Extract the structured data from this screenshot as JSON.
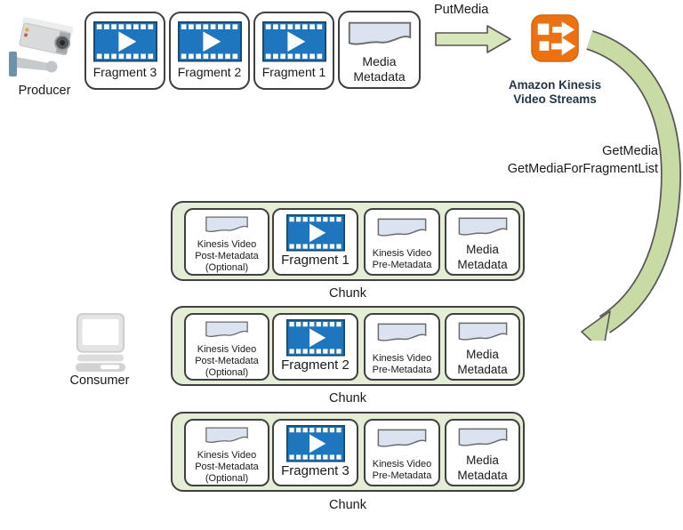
{
  "diagram_title": "Amazon Kinesis Video Streams PutMedia / GetMedia data flow",
  "colors": {
    "kinesis_orange": "#EC7211",
    "film_blue": "#1E76BE",
    "film_border": "#17486E",
    "arrow_green": "#C9DBA5",
    "block_arrow_green": "#D8E6BC",
    "chunk_green": "#E4EED6",
    "document_fill": "#DBE3F1",
    "kinesis_text": "#233748",
    "box_border": "#404040"
  },
  "producer": {
    "label": "Producer"
  },
  "consumer": {
    "label": "Consumer"
  },
  "put_media": {
    "label": "PutMedia"
  },
  "get_media": {
    "line1": "GetMedia",
    "line2": "GetMediaForFragmentList"
  },
  "kinesis_service": {
    "name_line1": "Amazon Kinesis",
    "name_line2": "Video Streams"
  },
  "stream_items": [
    {
      "label": "Fragment 3"
    },
    {
      "label": "Fragment 2"
    },
    {
      "label": "Fragment 1"
    }
  ],
  "media_metadata": {
    "line1": "Media",
    "line2": "Metadata"
  },
  "chunks": [
    {
      "post_metadata": {
        "line1": "Kinesis Video",
        "line2": "Post-Metadata",
        "line3": "(Optional)"
      },
      "fragment": {
        "label": "Fragment 1"
      },
      "pre_metadata": {
        "line1": "Kinesis Video",
        "line2": "Pre-Metadata"
      },
      "media_metadata": {
        "line1": "Media",
        "line2": "Metadata"
      },
      "caption": "Chunk"
    },
    {
      "post_metadata": {
        "line1": "Kinesis Video",
        "line2": "Post-Metadata",
        "line3": "(Optional)"
      },
      "fragment": {
        "label": "Fragment 2"
      },
      "pre_metadata": {
        "line1": "Kinesis Video",
        "line2": "Pre-Metadata"
      },
      "media_metadata": {
        "line1": "Media",
        "line2": "Metadata"
      },
      "caption": "Chunk"
    },
    {
      "post_metadata": {
        "line1": "Kinesis Video",
        "line2": "Post-Metadata",
        "line3": "(Optional)"
      },
      "fragment": {
        "label": "Fragment 3"
      },
      "pre_metadata": {
        "line1": "Kinesis Video",
        "line2": "Pre-Metadata"
      },
      "media_metadata": {
        "line1": "Media",
        "line2": "Metadata"
      },
      "caption": "Chunk"
    }
  ]
}
